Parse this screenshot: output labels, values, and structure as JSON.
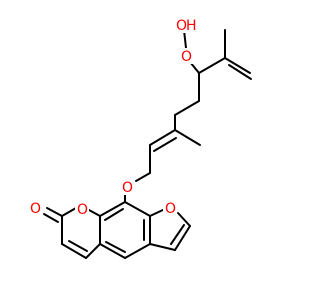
{
  "molecule": {
    "atoms": {
      "peroxide_oxygen_top": "O",
      "peroxide_oxygen": "O",
      "hydroxyl_hydrogen": "H",
      "ether_oxygen": "O",
      "lactone_ring_oxygen": "O",
      "carbonyl_oxygen": "O",
      "furan_oxygen": "O"
    }
  },
  "colors": {
    "bond": "#000000",
    "heteroatom": "#ff0000",
    "background": "#ffffff"
  }
}
